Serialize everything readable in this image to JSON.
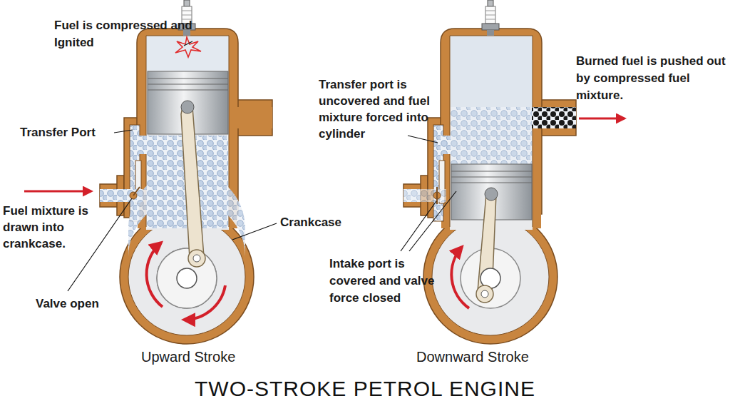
{
  "diagram": {
    "title": "TWO-STROKE PETROL ENGINE",
    "labels": [
      "Fuel is compressed and Ignited",
      "Transfer Port",
      "Fuel mixture is drawn into crankcase.",
      "Valve open",
      "Crankcase",
      "Upward Stroke",
      "Transfer port is uncovered and fuel mixture forced into cylinder",
      "Intake port is covered and valve force closed",
      "Downward Stroke",
      "Burned fuel is pushed out by compressed fuel mixture."
    ]
  }
}
